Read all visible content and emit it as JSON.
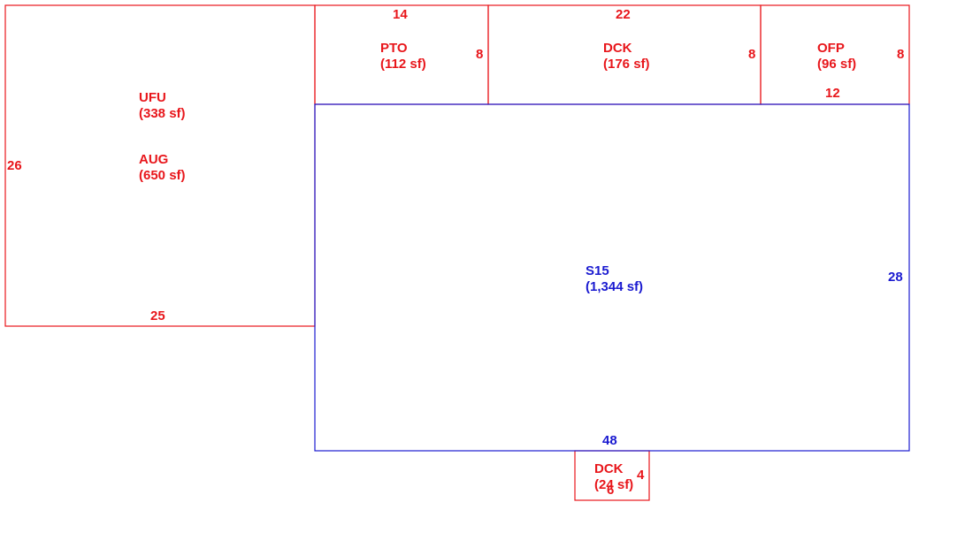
{
  "colors": {
    "addition": "#e8161b",
    "main": "#1a1ad0"
  },
  "areas": {
    "ufu": {
      "code": "UFU",
      "area": "(338 sf)"
    },
    "aug": {
      "code": "AUG",
      "area": "(650 sf)"
    },
    "pto": {
      "code": "PTO",
      "area": "(112 sf)"
    },
    "dck_top": {
      "code": "DCK",
      "area": "(176 sf)"
    },
    "ofp": {
      "code": "OFP",
      "area": "(96 sf)"
    },
    "s15": {
      "code": "S15",
      "area": "(1,344 sf)"
    },
    "dck_bottom": {
      "code": "DCK",
      "area": "(24 sf)"
    }
  },
  "dimensions": {
    "aug_left": "26",
    "aug_bottom": "25",
    "pto_top": "14",
    "pto_right": "8",
    "dck_top_top": "22",
    "dck_top_right": "8",
    "ofp_right": "8",
    "ofp_bottom": "12",
    "s15_right": "28",
    "s15_bottom": "48",
    "dck_bottom_right": "4",
    "dck_bottom_bottom": "6"
  }
}
